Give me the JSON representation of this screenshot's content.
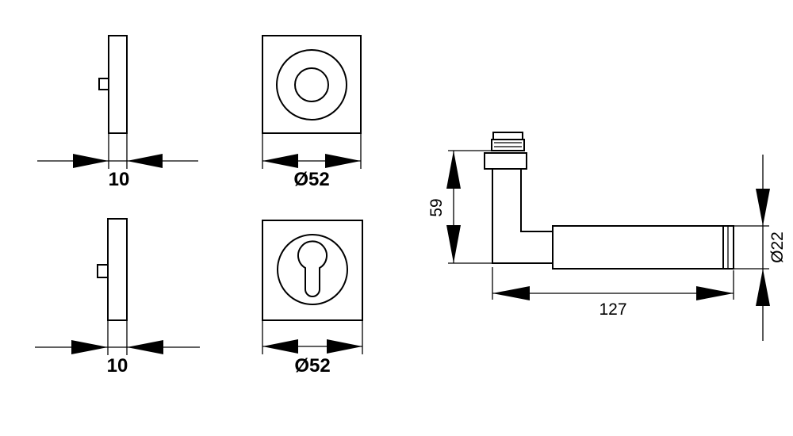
{
  "dimensions": {
    "rose_top_side_thickness": "10",
    "rose_top_diameter": "Ø52",
    "rose_bottom_side_thickness": "10",
    "rose_bottom_diameter": "Ø52",
    "lever_height": "59",
    "lever_length": "127",
    "lever_grip_diameter": "Ø22"
  }
}
